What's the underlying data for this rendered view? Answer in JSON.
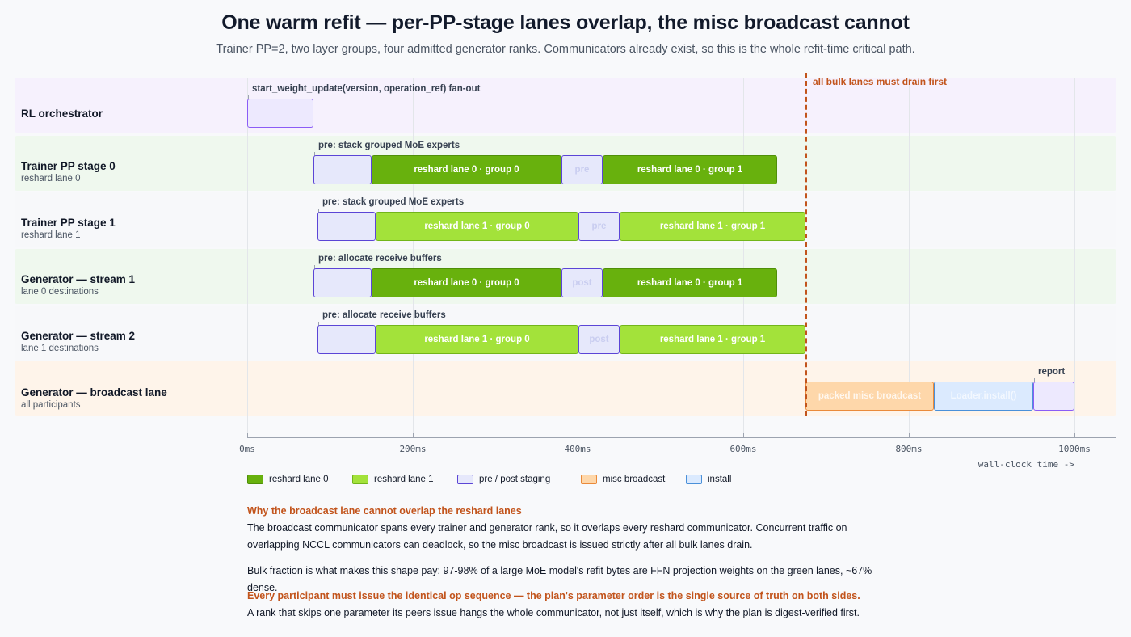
{
  "header": {
    "title": "One warm refit — per-PP-stage lanes overlap, the misc broadcast cannot",
    "subtitle": "Trainer PP=2, two layer groups, four admitted generator ranks. Communicators already exist, so this is the whole refit-time critical path."
  },
  "lanes": [
    {
      "name": "RL orchestrator",
      "sub": ""
    },
    {
      "name": "Trainer PP stage 0",
      "sub": "reshard lane 0"
    },
    {
      "name": "Trainer PP stage 1",
      "sub": "reshard lane 1"
    },
    {
      "name": "Generator — stream 1",
      "sub": "lane 0 destinations"
    },
    {
      "name": "Generator — stream 2",
      "sub": "lane 1 destinations"
    },
    {
      "name": "Generator — broadcast lane",
      "sub": "all participants"
    }
  ],
  "bars": {
    "orch_fanout": "",
    "t0_pre": "",
    "t0_g0": "reshard lane 0 · group 0",
    "t0_mid": "pre",
    "t0_g1": "reshard lane 0 · group 1",
    "t1_pre": "",
    "t1_g0": "reshard lane 1 · group 0",
    "t1_mid": "pre",
    "t1_g1": "reshard lane 1 · group 1",
    "s1_pre": "",
    "s1_g0": "reshard lane 0 · group 0",
    "s1_mid": "post",
    "s1_g1": "reshard lane 0 · group 1",
    "s2_pre": "",
    "s2_g0": "reshard lane 1 · group 0",
    "s2_mid": "post",
    "s2_g1": "reshard lane 1 · group 1",
    "bc_misc": "packed misc broadcast",
    "bc_install": "Loader.install()",
    "bc_report": ""
  },
  "annotations": {
    "orch": "start_weight_update(version, operation_ref) fan-out",
    "t0": "pre: stack grouped MoE experts",
    "t1": "pre: stack grouped MoE experts",
    "s1": "pre: allocate receive buffers",
    "s2": "pre: allocate receive buffers",
    "bc": "report",
    "drain": "all bulk lanes must drain first"
  },
  "axis": {
    "ticks": [
      "0ms",
      "200ms",
      "400ms",
      "600ms",
      "800ms",
      "1000ms"
    ],
    "caption": "wall-clock time ->"
  },
  "legend": [
    {
      "label": "reshard lane 0",
      "fill": "#68b10d",
      "stroke": "#4f8f08"
    },
    {
      "label": "reshard lane 1",
      "fill": "#a3e23a",
      "stroke": "#72b51a"
    },
    {
      "label": "pre / post staging",
      "fill": "#e6e8fb",
      "stroke": "#5b45d6"
    },
    {
      "label": "misc broadcast",
      "fill": "#fed7aa",
      "stroke": "#ea8a3a"
    },
    {
      "label": "install",
      "fill": "#dbeafe",
      "stroke": "#4a90d9"
    }
  ],
  "notes": {
    "h1": "Why the broadcast lane cannot overlap the reshard lanes",
    "p1": "The broadcast communicator spans every trainer and generator rank, so it overlaps every reshard communicator. Concurrent traffic on overlapping NCCL communicators can deadlock, so the misc broadcast is issued strictly after all bulk lanes drain.",
    "p2": "Bulk fraction is what makes this shape pay: 97-98% of a large MoE model's refit bytes are FFN projection weights on the green lanes, ~67% dense.",
    "h2": "Every participant must issue the identical op sequence — the plan's parameter order is the single source of truth on both sides.",
    "p3": "A rank that skips one parameter its peers issue hangs the whole communicator, not just itself, which is why the plan is digest-verified first."
  }
}
